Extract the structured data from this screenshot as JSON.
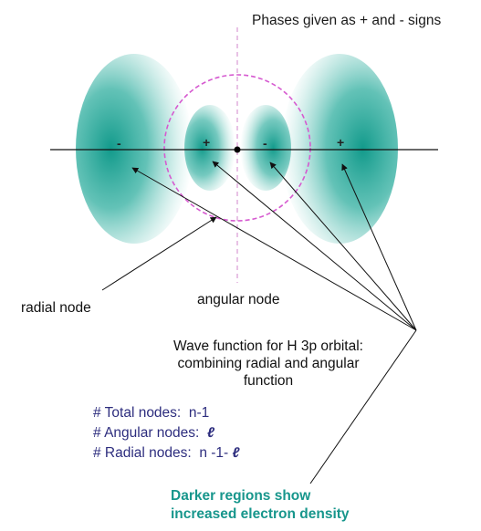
{
  "title": "Phases given as + and - signs",
  "labels": {
    "radial_node": "radial node",
    "angular_node": "angular node"
  },
  "wave_function": {
    "line1": "Wave function for H 3p orbital:",
    "line2": "combining radial and angular",
    "line3": "function"
  },
  "node_rules": {
    "total_prefix": "# Total nodes:",
    "total_value": "n-1",
    "angular_prefix": "# Angular nodes:",
    "angular_value": "ℓ",
    "radial_prefix": "# Radial nodes:",
    "radial_value": "n -1-",
    "radial_ell": "ℓ"
  },
  "density_note": {
    "line1": "Darker regions show",
    "line2": "increased electron density"
  },
  "phase_signs": {
    "outer_left": "-",
    "inner_left": "+",
    "inner_right": "-",
    "outer_right": "+"
  },
  "colors": {
    "lobe": "#15a394",
    "node_circle": "#d65ad0",
    "axis": "#111111",
    "rules_text": "#2d2d7e",
    "note_text": "#17968c"
  }
}
